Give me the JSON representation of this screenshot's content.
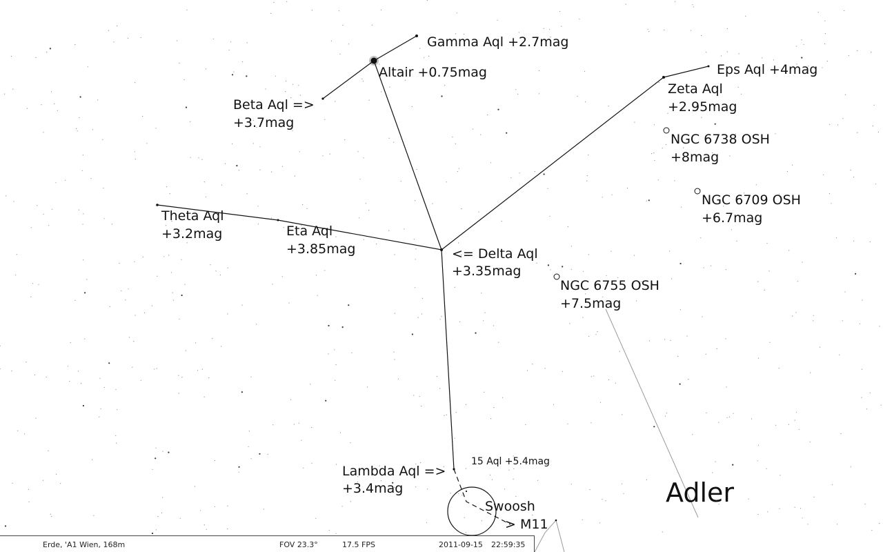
{
  "constellation_name": "Adler",
  "labels": {
    "gamma": "Gamma Aql +2.7mag",
    "altair": "Altair +0.75mag",
    "beta_line1": "Beta Aql =>",
    "beta_line2": "+3.7mag",
    "eps": "Eps Aql +4mag",
    "zeta_line1": "Zeta Aql",
    "zeta_line2": "+2.95mag",
    "ngc6738_line1": "NGC 6738 OSH",
    "ngc6738_line2": "+8mag",
    "ngc6709_line1": "NGC 6709 OSH",
    "ngc6709_line2": "+6.7mag",
    "theta_line1": "Theta Aql",
    "theta_line2": "+3.2mag",
    "eta_line1": "Eta Aql",
    "eta_line2": "+3.85mag",
    "delta_line1": "<= Delta Aql",
    "delta_line2": "+3.35mag",
    "ngc6755_line1": "NGC 6755 OSH",
    "ngc6755_line2": "+7.5mag",
    "aql15": "15 Aql +5.4mag",
    "lambda_line1": "Lambda Aql =>",
    "lambda_line2": "+3.4mag",
    "swoosh": "Swoosh",
    "m11": "> M11"
  },
  "status": {
    "location": "Erde, 'A1 Wien, 168m",
    "fov": "FOV 23.3°",
    "fps": "17.5 FPS",
    "date": "2011-09-15",
    "time": "22:59:35"
  },
  "colors": {
    "background": "#ffffff",
    "lines": "#111111",
    "boundary": "#9a9a9a"
  }
}
